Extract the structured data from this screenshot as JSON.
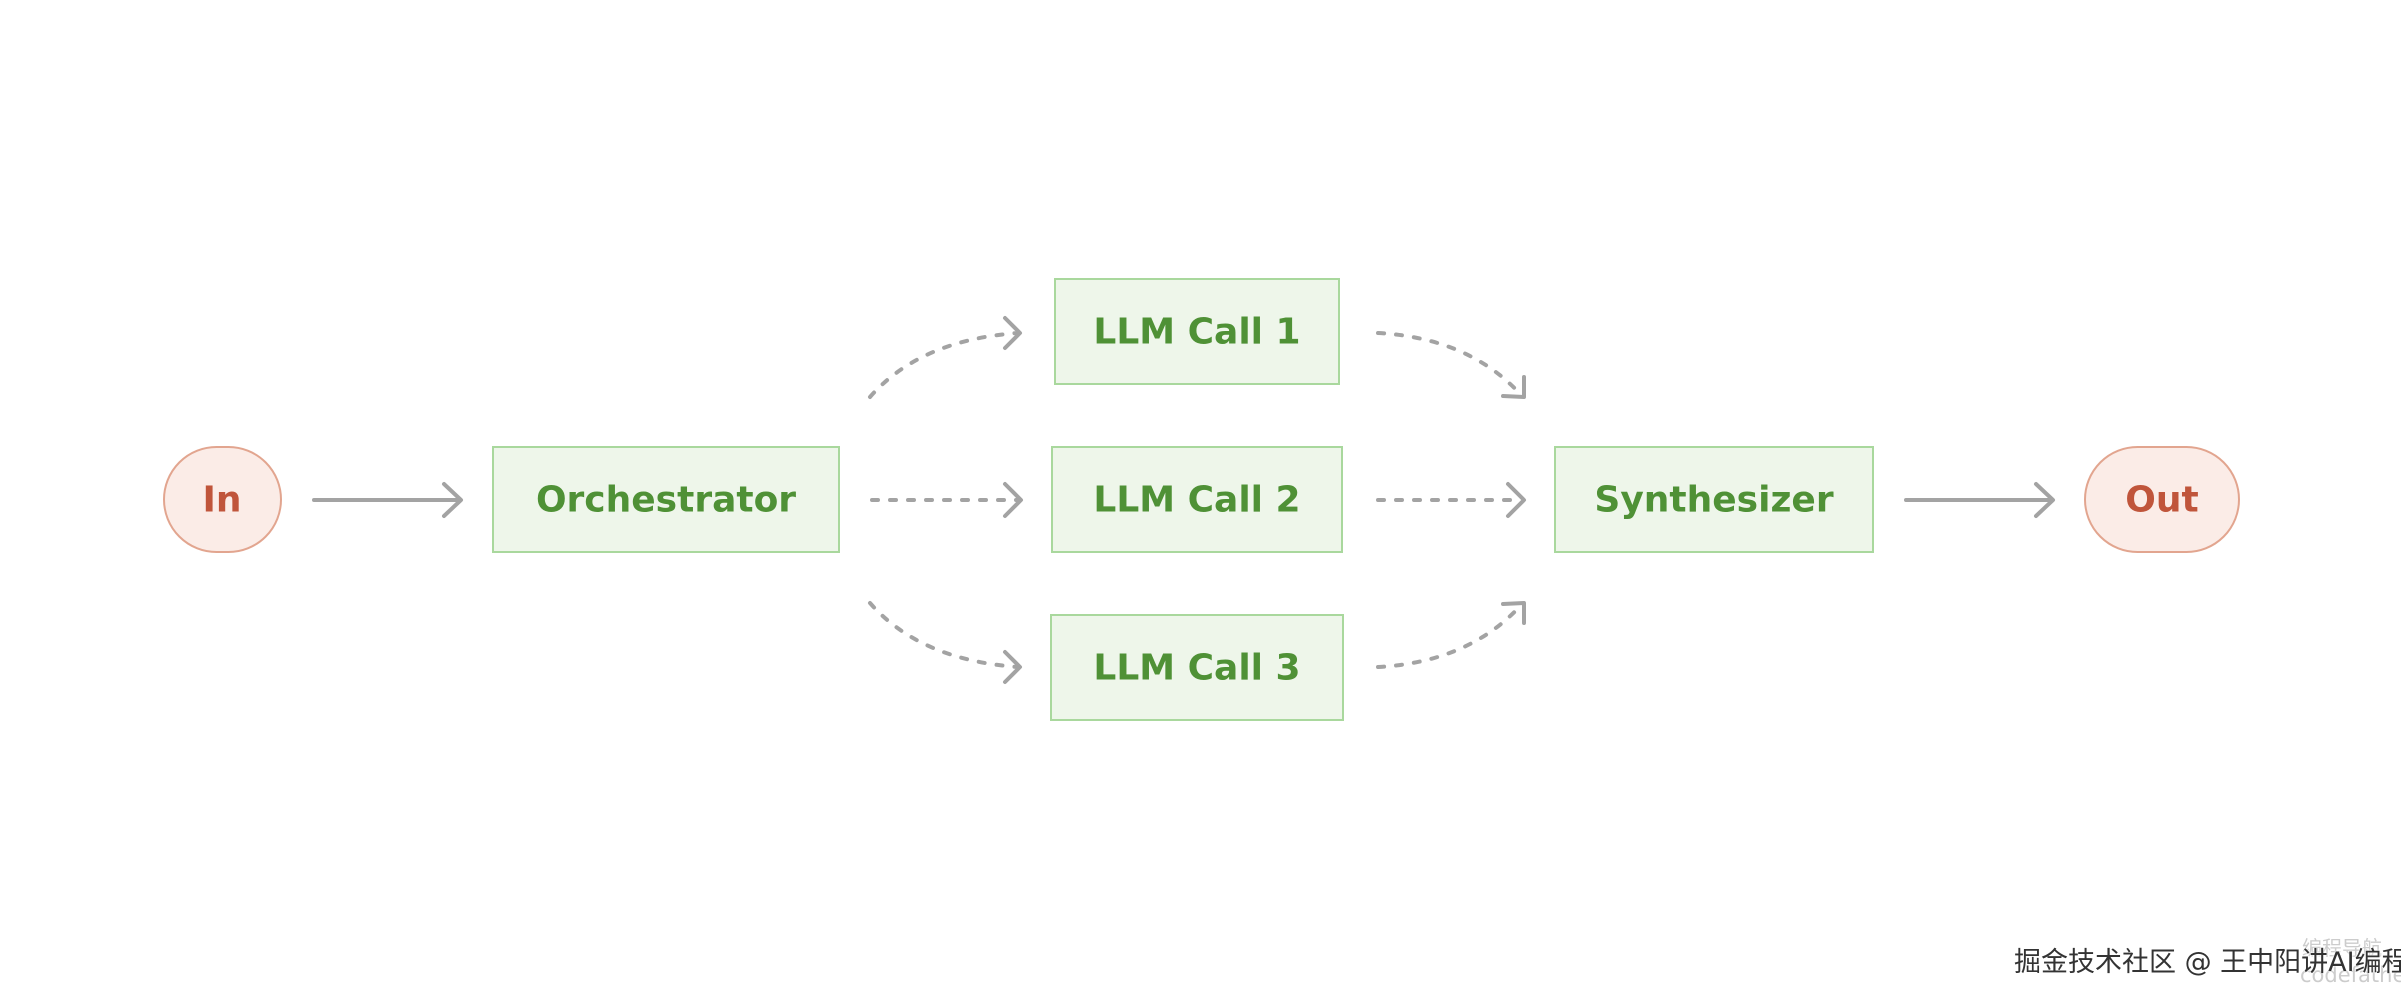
{
  "diagram": {
    "nodes": {
      "input": {
        "label": "In"
      },
      "orchestrator": {
        "label": "Orchestrator"
      },
      "llm_call_1": {
        "label": "LLM Call 1"
      },
      "llm_call_2": {
        "label": "LLM Call 2"
      },
      "llm_call_3": {
        "label": "LLM Call 3"
      },
      "synthesizer": {
        "label": "Synthesizer"
      },
      "output": {
        "label": "Out"
      }
    },
    "edges": [
      {
        "from": "input",
        "to": "orchestrator",
        "style": "solid"
      },
      {
        "from": "orchestrator",
        "to": "llm_call_1",
        "style": "dotted"
      },
      {
        "from": "orchestrator",
        "to": "llm_call_2",
        "style": "dotted"
      },
      {
        "from": "orchestrator",
        "to": "llm_call_3",
        "style": "dotted"
      },
      {
        "from": "llm_call_1",
        "to": "synthesizer",
        "style": "dotted"
      },
      {
        "from": "llm_call_2",
        "to": "synthesizer",
        "style": "dotted"
      },
      {
        "from": "llm_call_3",
        "to": "synthesizer",
        "style": "dotted"
      },
      {
        "from": "synthesizer",
        "to": "output",
        "style": "solid"
      }
    ],
    "colors": {
      "terminal_fill": "#fbece7",
      "terminal_stroke": "#e2a58f",
      "terminal_text": "#c0553b",
      "process_fill": "#eef6ea",
      "process_stroke": "#a9d89d",
      "process_text": "#4f9136",
      "arrow": "#a3a3a3"
    }
  },
  "watermark": {
    "credit": "掘金技术社区 @ 王中阳讲AI编程",
    "nav": "编程导航",
    "site": "codefather.cn"
  }
}
